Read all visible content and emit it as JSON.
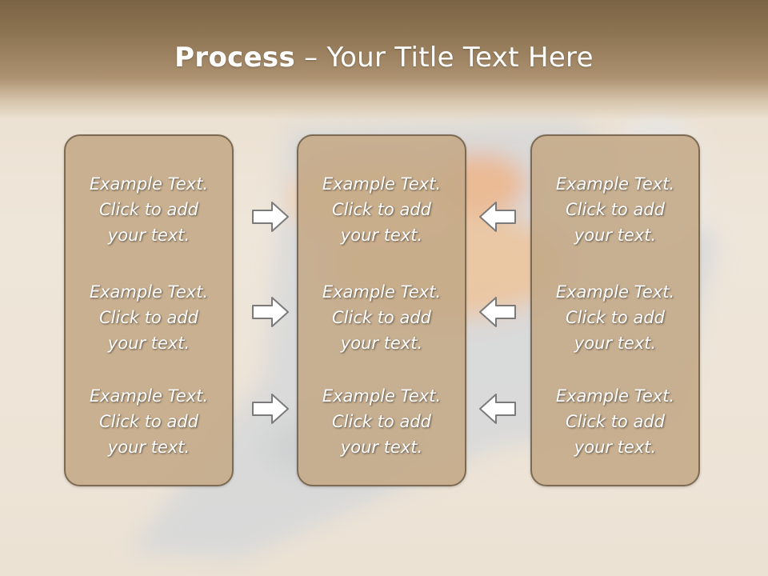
{
  "slide": {
    "title_bold": "Process",
    "title_dash": " – ",
    "title_rest": "Your Title Text Here"
  },
  "columns": [
    {
      "items": [
        {
          "line1": "Example Text.",
          "line2": "Click  to add",
          "line3": "your text."
        },
        {
          "line1": "Example Text.",
          "line2": "Click  to add",
          "line3": "your text."
        },
        {
          "line1": "Example Text.",
          "line2": "Click  to add",
          "line3": "your text."
        }
      ]
    },
    {
      "items": [
        {
          "line1": "Example Text.",
          "line2": "Click  to add",
          "line3": "your text."
        },
        {
          "line1": "Example Text.",
          "line2": "Click  to add",
          "line3": "your text."
        },
        {
          "line1": "Example Text.",
          "line2": "Click  to add",
          "line3": "your text."
        }
      ]
    },
    {
      "items": [
        {
          "line1": "Example Text.",
          "line2": "Click  to add",
          "line3": "your text."
        },
        {
          "line1": "Example Text.",
          "line2": "Click  to add",
          "line3": "your text."
        },
        {
          "line1": "Example Text.",
          "line2": "Click  to add",
          "line3": "your text."
        }
      ]
    }
  ],
  "arrows": {
    "left_group": "right-arrow-icon",
    "right_group": "left-arrow-icon"
  },
  "colors": {
    "box_fill": "#c4aa88",
    "box_border": "#7d6a52",
    "title_band": "#8e7553",
    "text": "#ffffff"
  }
}
